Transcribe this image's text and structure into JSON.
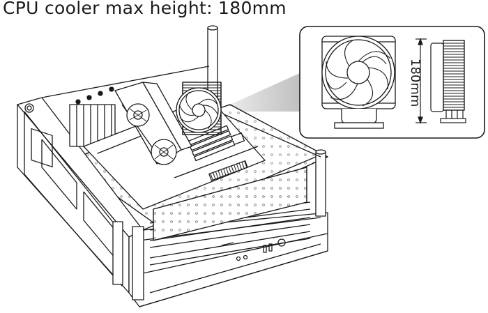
{
  "title": "CPU cooler max height: 180mm",
  "inset": {
    "dimension_label": "180mm"
  },
  "icons": {
    "chassis": "open-frame-case-illustration",
    "cooler_front": "fan-front-view-icon",
    "cooler_side": "heatsink-side-view-icon"
  },
  "colors": {
    "line": "#1a1a1a",
    "callout_shade": "#c8c8c8",
    "background": "#ffffff"
  }
}
